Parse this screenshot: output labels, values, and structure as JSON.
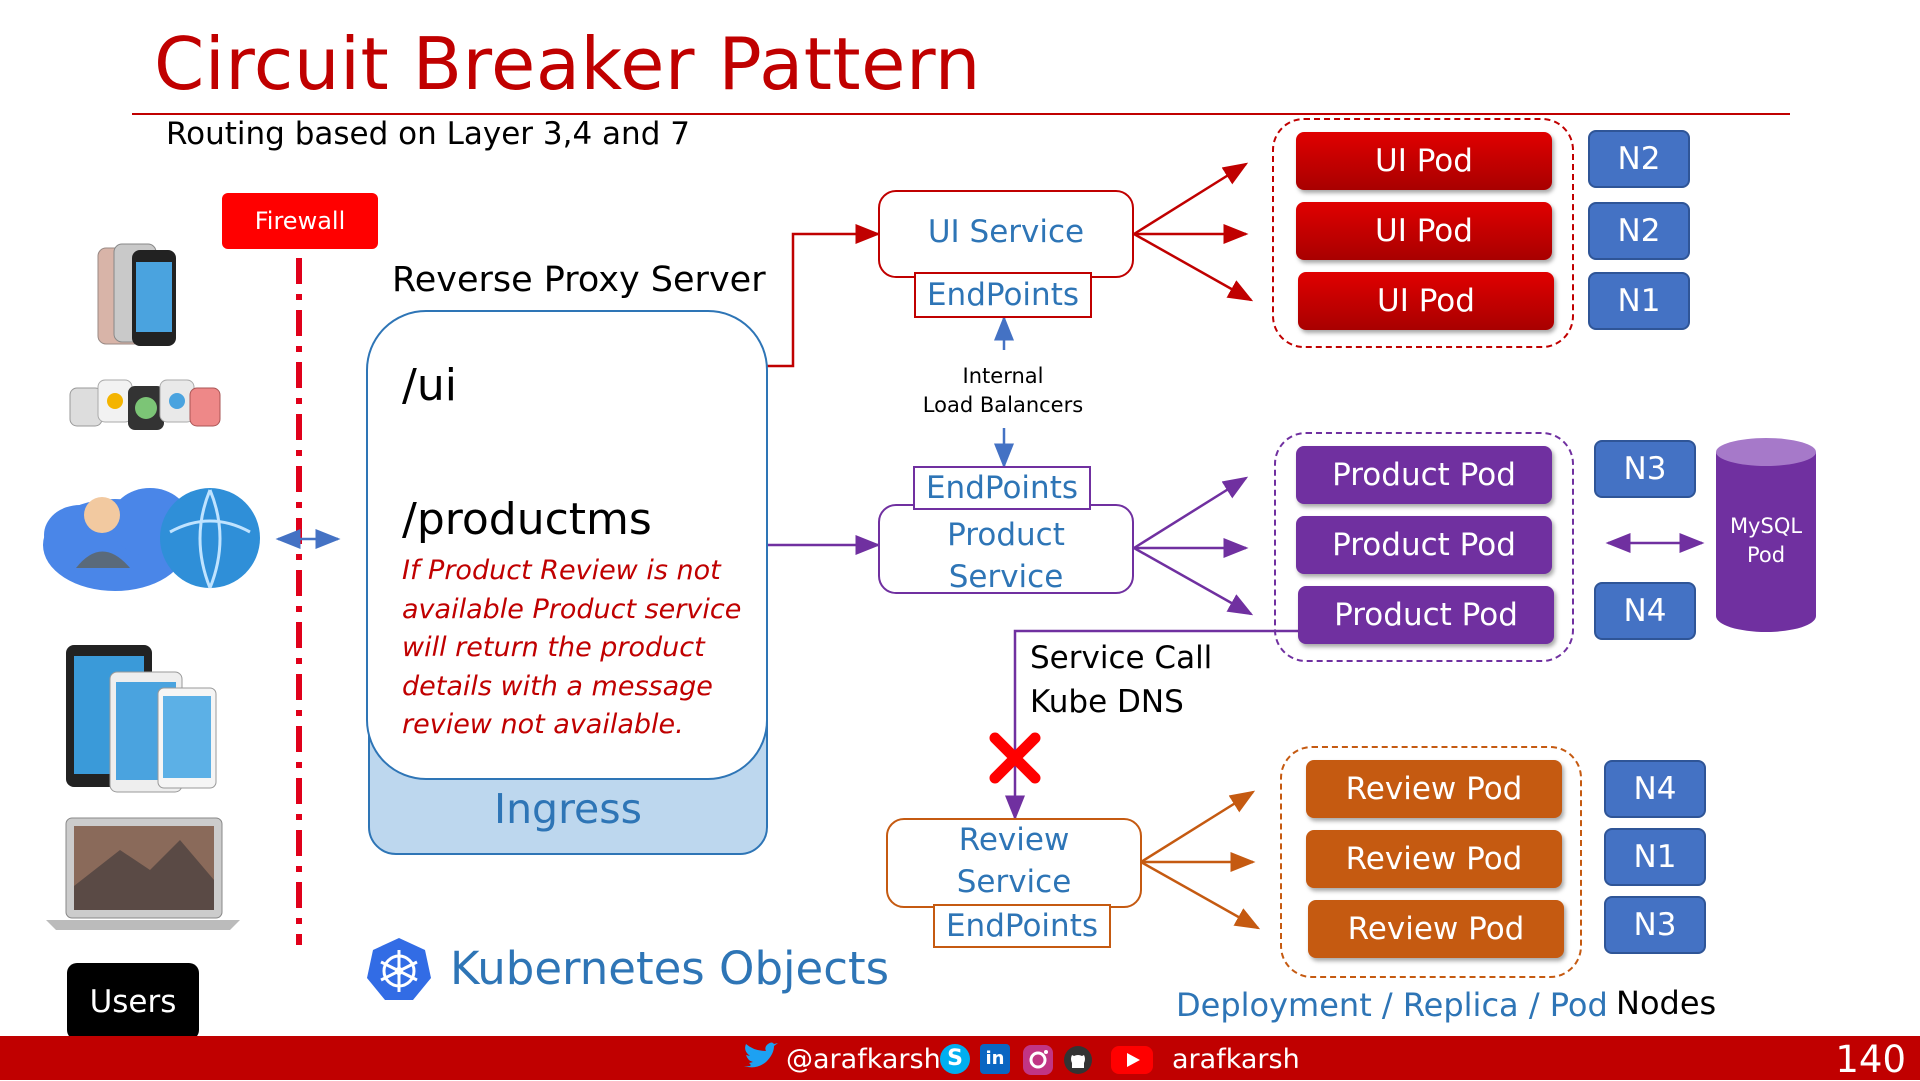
{
  "slide": {
    "title": "Circuit Breaker Pattern",
    "subtitle": "Routing based on Layer 3,4 and 7",
    "page_number": "140"
  },
  "left": {
    "firewall": "Firewall",
    "users": "Users"
  },
  "ingress": {
    "proxy_label": "Reverse Proxy Server",
    "path_ui": "/ui",
    "path_product": "/productms",
    "note": "If Product Review is not available Product service will return the product details with a message review not available.",
    "ingress_label": "Ingress"
  },
  "services": {
    "ui": {
      "name": "UI Service",
      "endpoints": "EndPoints"
    },
    "product": {
      "name_line1": "Product",
      "name_line2": "Service",
      "endpoints": "EndPoints"
    },
    "review": {
      "name_line1": "Review",
      "name_line2": "Service",
      "endpoints": "EndPoints"
    },
    "internal_lb_line1": "Internal",
    "internal_lb_line2": "Load Balancers",
    "service_call_line1": "Service Call",
    "service_call_line2": "Kube DNS"
  },
  "pods": {
    "ui": [
      "UI Pod",
      "UI Pod",
      "UI Pod"
    ],
    "product": [
      "Product Pod",
      "Product Pod",
      "Product Pod"
    ],
    "review": [
      "Review Pod",
      "Review Pod",
      "Review Pod"
    ]
  },
  "nodes": {
    "ui": [
      "N2",
      "N2",
      "N1"
    ],
    "product": [
      "N3",
      "N4"
    ],
    "review": [
      "N4",
      "N1",
      "N3"
    ]
  },
  "database": {
    "line1": "MySQL",
    "line2": "Pod"
  },
  "legend": {
    "k8s_objects": "Kubernetes Objects",
    "deployment": "Deployment / Replica / Pod",
    "nodes": "Nodes"
  },
  "footer": {
    "twitter": "@arafkarsh",
    "youtube": "arafkarsh",
    "social_icons": [
      "twitter-icon",
      "skype-icon",
      "linkedin-icon",
      "instagram-icon",
      "github-icon",
      "youtube-icon"
    ]
  },
  "colors": {
    "title_red": "#c00000",
    "service_blue": "#2e75b6",
    "ui_pod": "#c00000",
    "product_pod": "#7030a0",
    "review_pod": "#c55a11",
    "node_blue": "#4472c4"
  }
}
